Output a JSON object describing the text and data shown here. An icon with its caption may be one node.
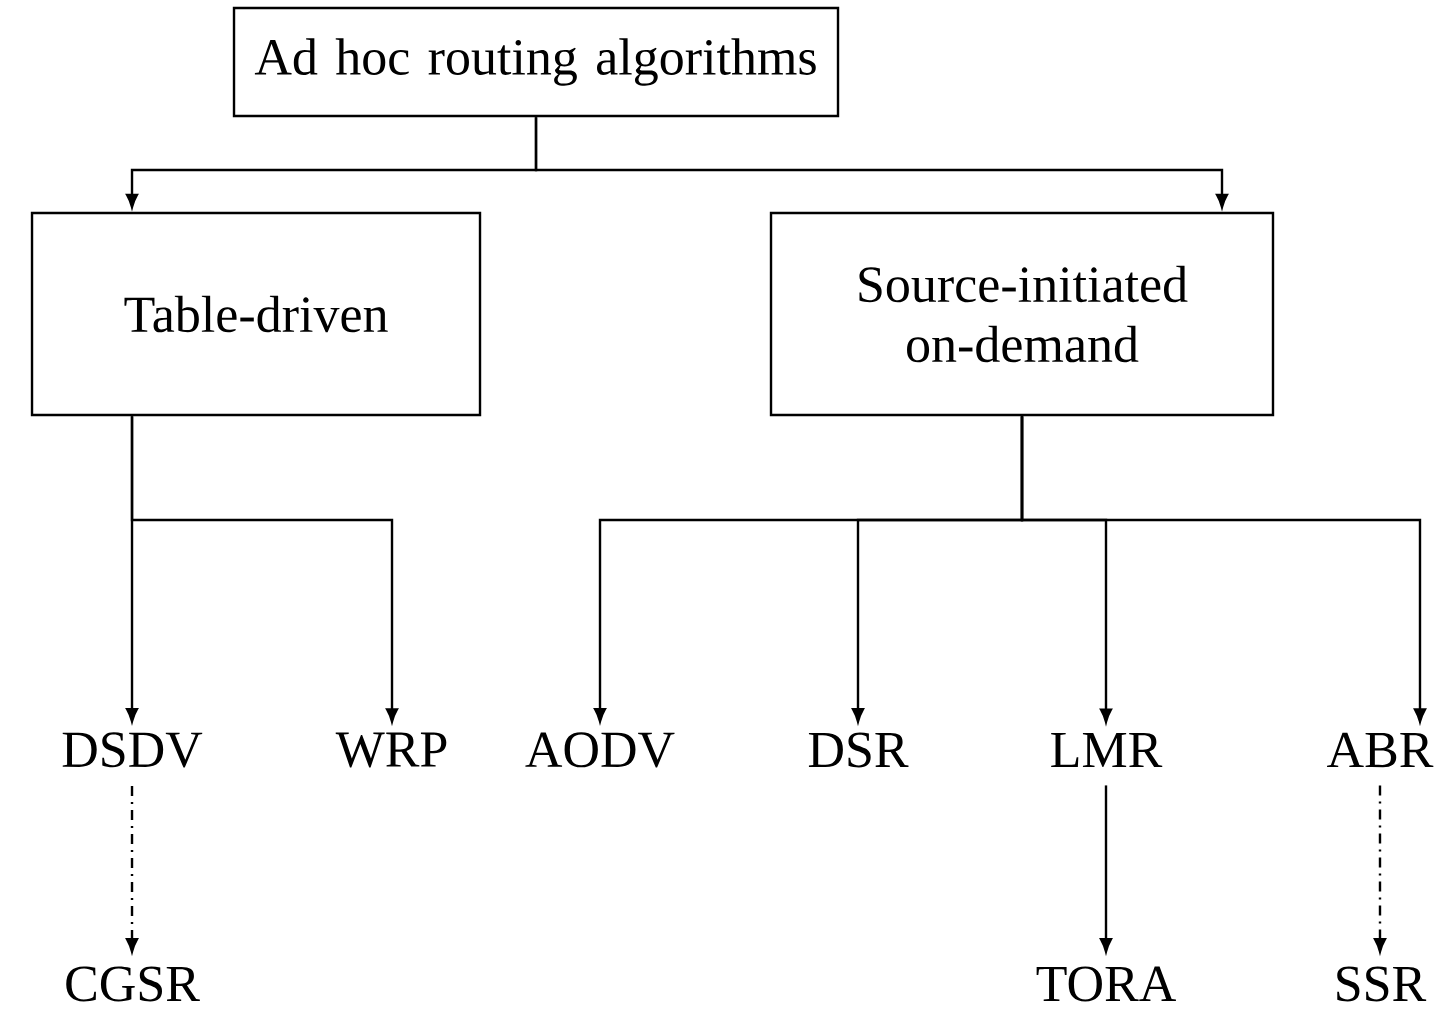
{
  "diagram": {
    "nodes": [
      {
        "text": [
          "Ad hoc routing algorithms"
        ]
      },
      {
        "text": [
          "Table-driven"
        ]
      },
      {
        "text": [
          "Source-initiated on-demand"
        ]
      },
      {
        "text": [
          "DSDV"
        ]
      },
      {
        "text": [
          "WRP"
        ]
      },
      {
        "text": [
          "AODV"
        ]
      },
      {
        "text": [
          "DSR"
        ]
      },
      {
        "text": [
          "LMR"
        ]
      },
      {
        "text": [
          "ABR"
        ]
      },
      {
        "text": [
          "CGSR"
        ]
      },
      {
        "text": [
          "TORA"
        ]
      },
      {
        "text": [
          "SSR"
        ]
      }
    ],
    "edges": [
      {
        "from": 0,
        "to": 1,
        "arrow": "to"
      },
      {
        "from": 0,
        "to": 2,
        "arrow": "to"
      },
      {
        "from": 1,
        "to": 3,
        "arrow": "to"
      },
      {
        "from": 1,
        "to": 4,
        "arrow": "to"
      },
      {
        "from": 2,
        "to": 5,
        "arrow": "to"
      },
      {
        "from": 2,
        "to": 6,
        "arrow": "to"
      },
      {
        "from": 2,
        "to": 7,
        "arrow": "to"
      },
      {
        "from": 2,
        "to": 8,
        "arrow": "to"
      },
      {
        "from": 3,
        "to": 9,
        "arrow": "to",
        "style": "dashed"
      },
      {
        "from": 7,
        "to": 10,
        "arrow": "to"
      },
      {
        "from": 8,
        "to": 11,
        "arrow": "to",
        "style": "dashed"
      }
    ]
  }
}
